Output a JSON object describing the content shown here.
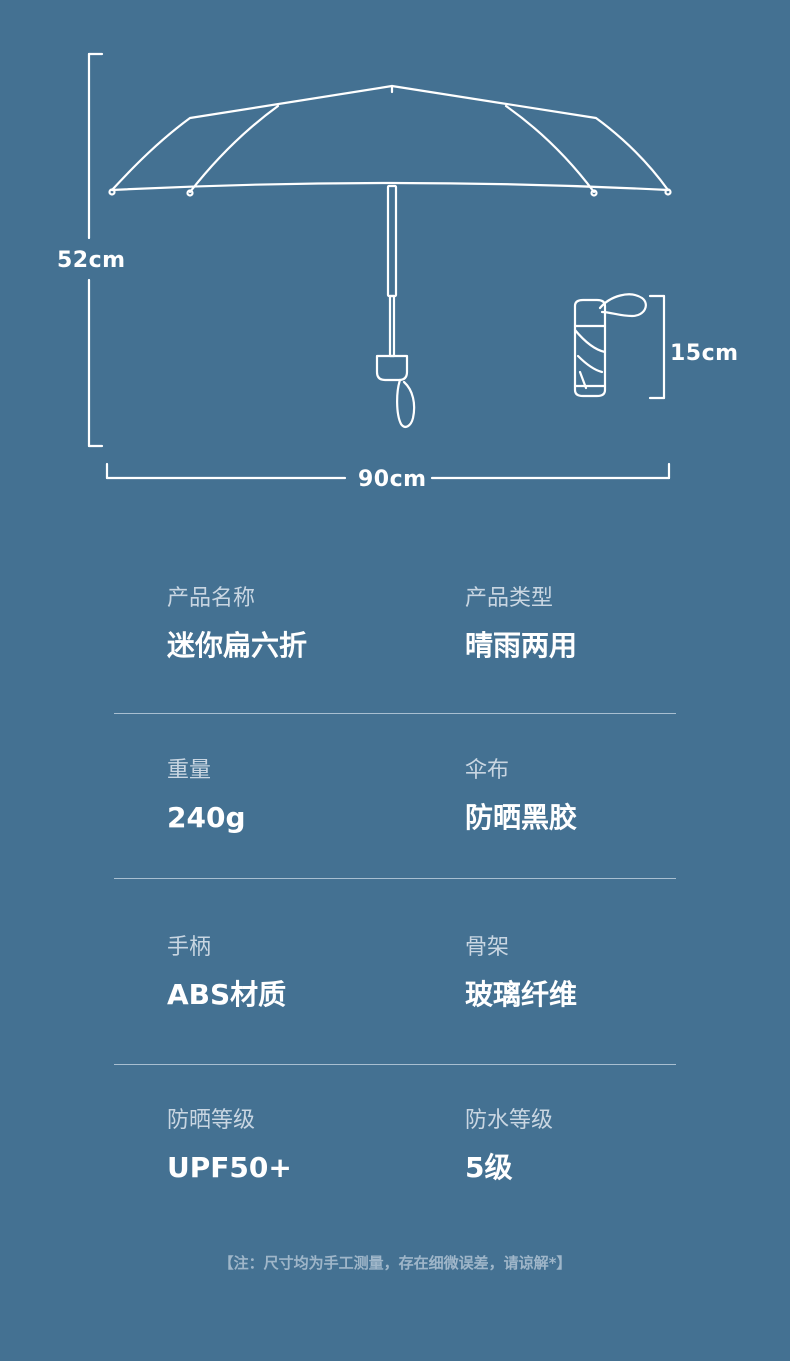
{
  "dimensions": {
    "height_label": "52cm",
    "width_label": "90cm",
    "folded_label": "15cm"
  },
  "specs": [
    {
      "left": {
        "key": "产品名称",
        "value": "迷你扁六折"
      },
      "right": {
        "key": "产品类型",
        "value": "晴雨两用"
      }
    },
    {
      "left": {
        "key": "重量",
        "value": "240g"
      },
      "right": {
        "key": "伞布",
        "value": "防晒黑胶"
      }
    },
    {
      "left": {
        "key": "手柄",
        "value": "ABS材质"
      },
      "right": {
        "key": "骨架",
        "value": "玻璃纤维"
      }
    },
    {
      "left": {
        "key": "防晒等级",
        "value": "UPF50+"
      },
      "right": {
        "key": "防水等级",
        "value": "5级"
      }
    }
  ],
  "footnote": "【注：尺寸均为手工测量，存在细微误差，请谅解*】",
  "colors": {
    "background": "#447192",
    "line": "#ffffff",
    "label_muted": "#c9d6e2",
    "divider": "#a9bfd1"
  },
  "icons": [
    "open-umbrella-icon",
    "folded-umbrella-icon"
  ]
}
